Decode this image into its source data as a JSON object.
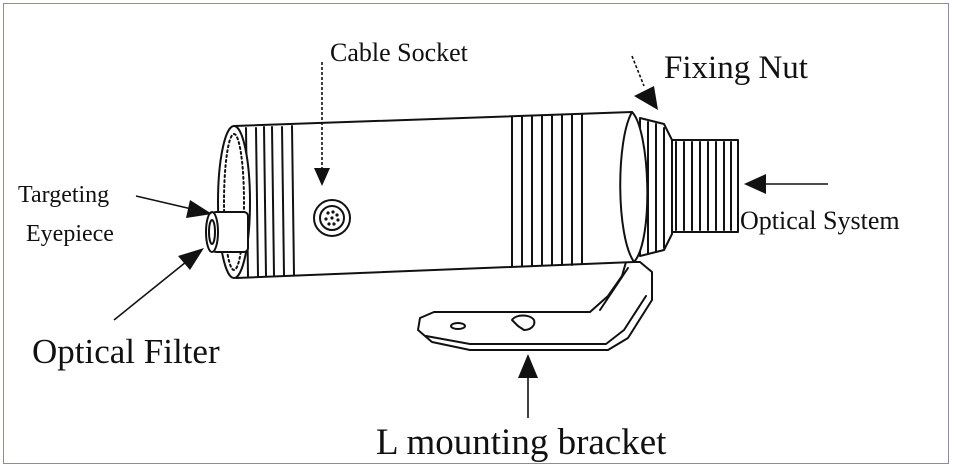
{
  "labels": {
    "cable_socket": "Cable Socket",
    "fixing_nut": "Fixing Nut",
    "optical_system": "Optical System",
    "targeting_line1": "Targeting",
    "targeting_line2": "Eyepiece",
    "optical_filter": "Optical Filter",
    "l_mounting_bracket": "L mounting bracket"
  },
  "colors": {
    "ink": "#111111",
    "frame": "#8a8fa0",
    "background": "#ffffff"
  }
}
